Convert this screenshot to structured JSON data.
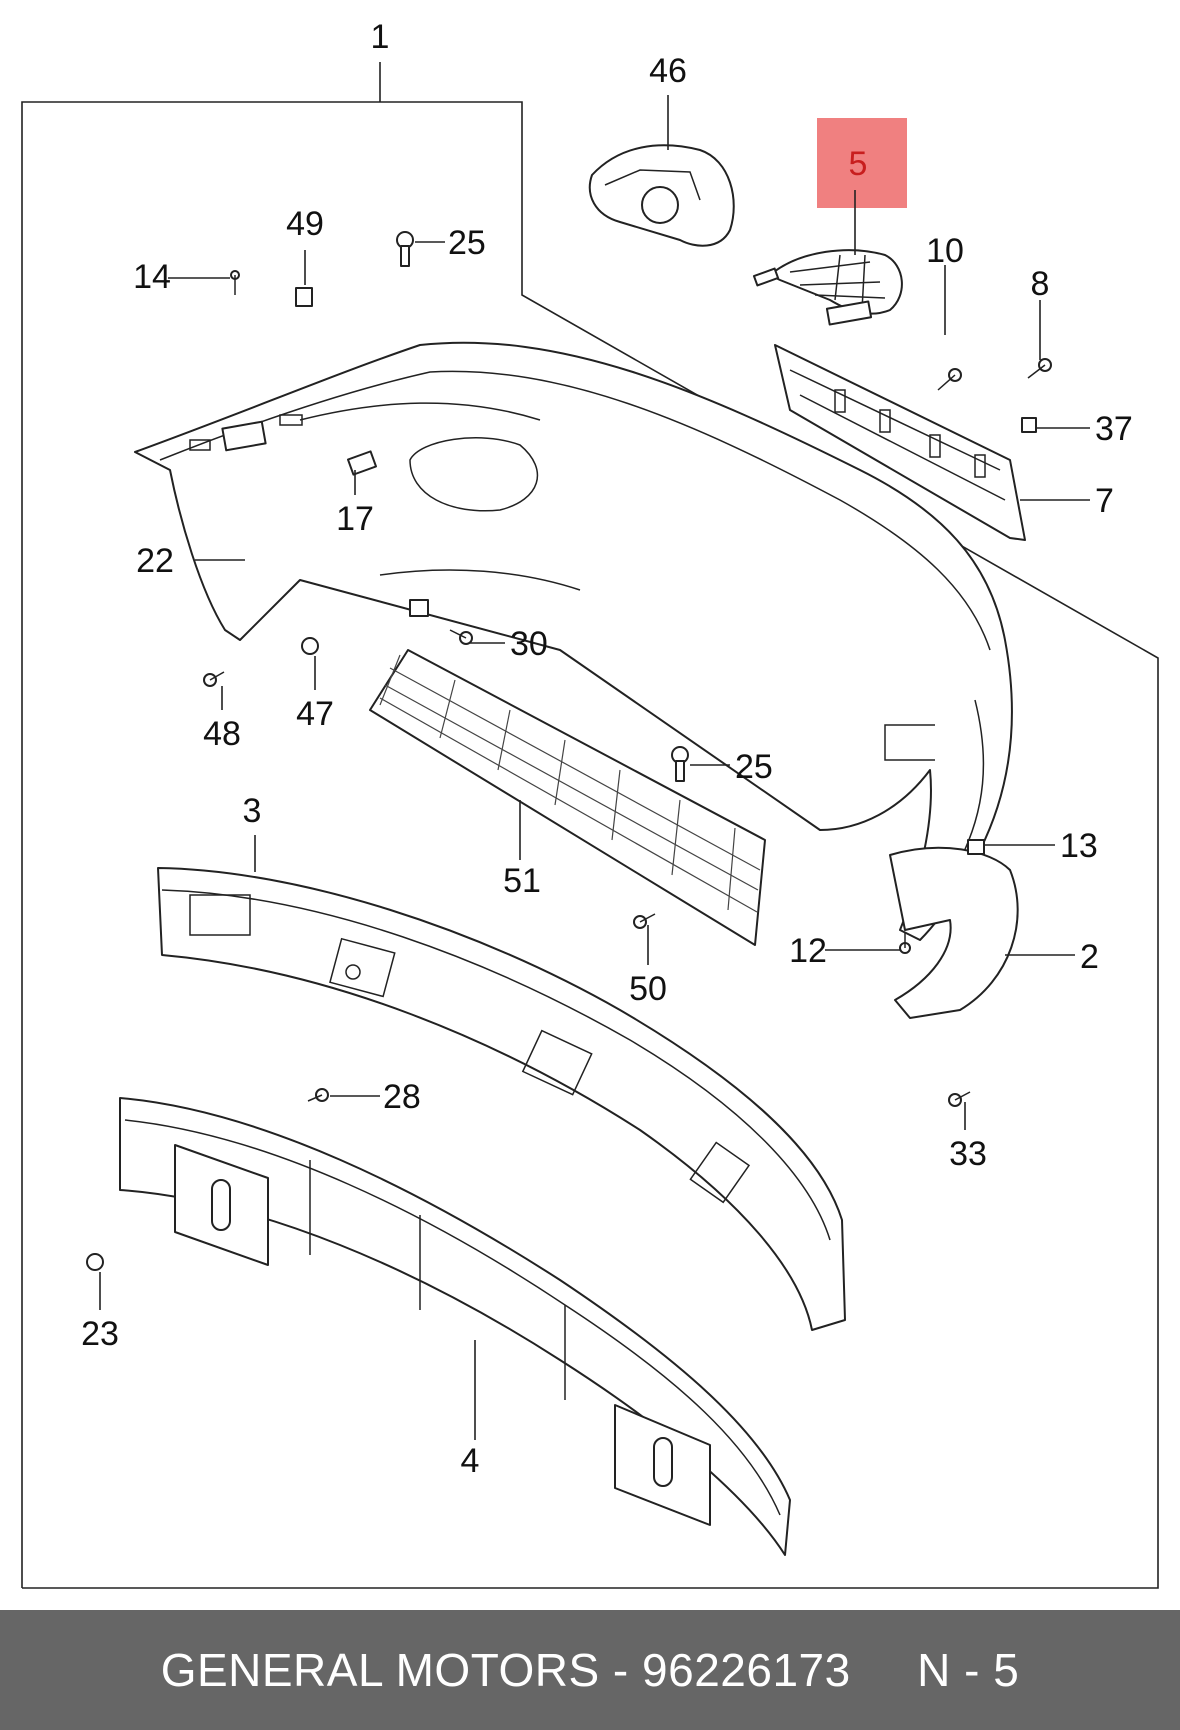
{
  "diagram": {
    "highlight_color": "#f08080",
    "callouts": {
      "c1": "1",
      "c2": "2",
      "c3": "3",
      "c4": "4",
      "c5": "5",
      "c7": "7",
      "c8": "8",
      "c10": "10",
      "c12": "12",
      "c13": "13",
      "c14": "14",
      "c17": "17",
      "c22": "22",
      "c23": "23",
      "c25a": "25",
      "c25b": "25",
      "c28": "28",
      "c30": "30",
      "c33": "33",
      "c37": "37",
      "c46": "46",
      "c47": "47",
      "c48": "48",
      "c49": "49",
      "c50": "50",
      "c51": "51"
    }
  },
  "footer": {
    "brand": "GENERAL MOTORS",
    "separator": " - ",
    "part_number": "96226173",
    "spacer": "     ",
    "ref": "N - 5"
  }
}
